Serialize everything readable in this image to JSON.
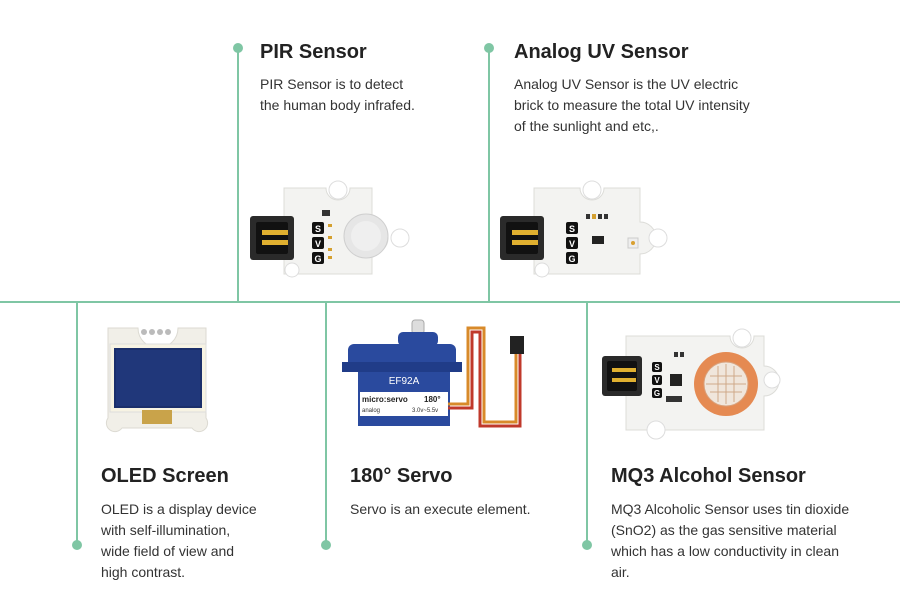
{
  "colors": {
    "accent": "#7fc6a4",
    "text": "#222222"
  },
  "items": [
    {
      "title": "PIR Sensor",
      "desc": [
        "PIR Sensor is to detect",
        "the human body infrafed."
      ]
    },
    {
      "title": "Analog UV Sensor",
      "desc": [
        "Analog UV Sensor is the UV electric",
        "brick to measure the total UV intensity",
        "of the sunlight and etc,."
      ]
    },
    {
      "title": "OLED Screen",
      "desc": [
        "OLED is a display device",
        "with self-illumination,",
        "wide field of view and",
        "high contrast."
      ]
    },
    {
      "title": "180° Servo",
      "desc": [
        "Servo is an execute element."
      ]
    },
    {
      "title": "MQ3 Alcohol Sensor",
      "desc": [
        "MQ3 Alcoholic Sensor uses tin dioxide",
        "(SnO2) as the gas sensitive material",
        "which has a low conductivity in clean",
        "air."
      ]
    }
  ],
  "labels": {
    "pin_s": "S",
    "pin_v": "V",
    "pin_g": "G",
    "servo_model": "EF92A",
    "servo_brand": "micro:servo",
    "servo_angle": "180°",
    "servo_maker": "analog",
    "servo_voltage": "3.0v~5.5v"
  }
}
